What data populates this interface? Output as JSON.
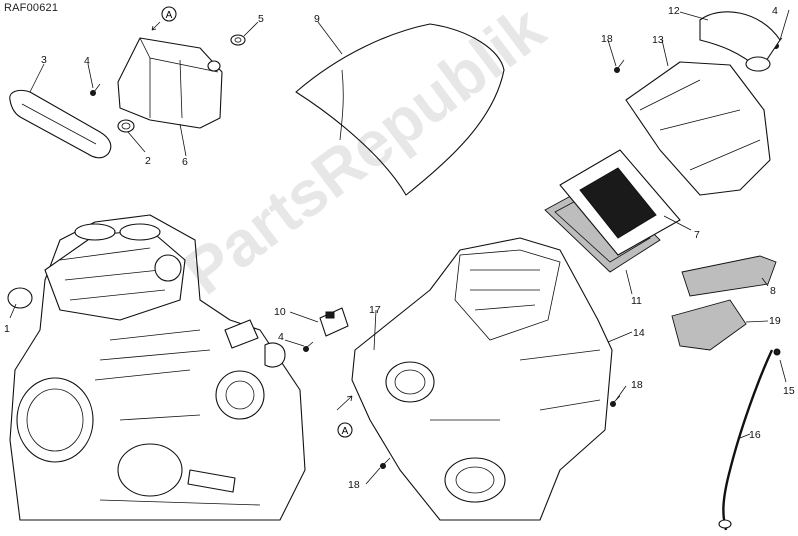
{
  "figure_code": "RAF00621",
  "watermark_text": "PartsRepublik",
  "marker_letter": "A",
  "callouts": [
    "1",
    "2",
    "3",
    "4",
    "4",
    "4",
    "5",
    "6",
    "7",
    "8",
    "9",
    "10",
    "11",
    "12",
    "13",
    "14",
    "15",
    "16",
    "17",
    "18",
    "18",
    "18",
    "19"
  ]
}
